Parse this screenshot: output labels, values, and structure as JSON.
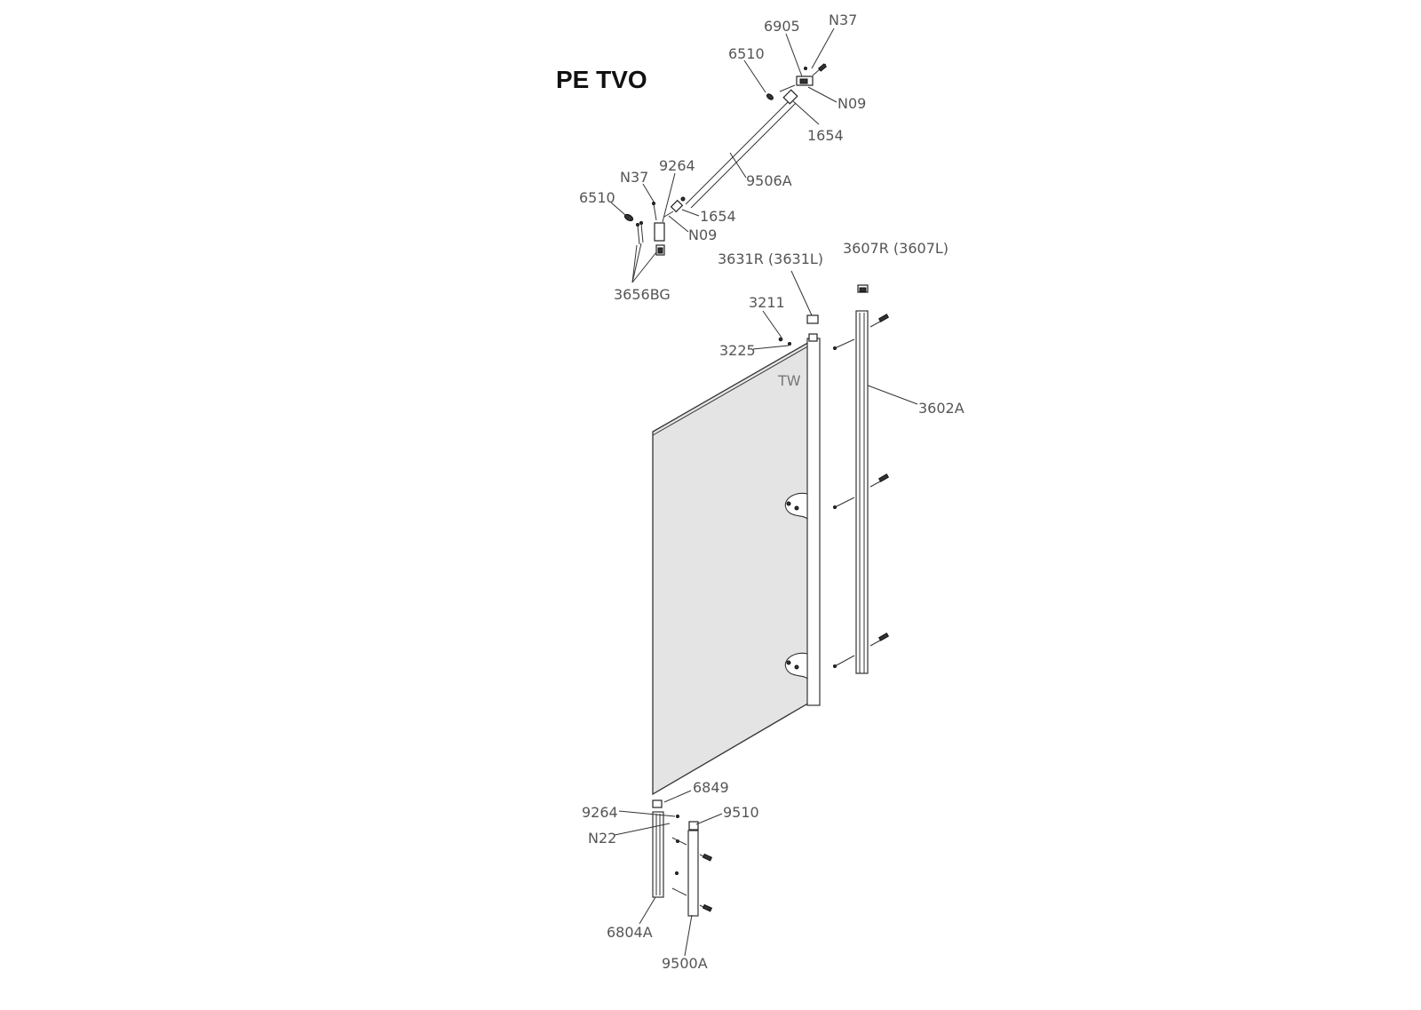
{
  "title": "PE TVO",
  "labels": {
    "p6905": "6905",
    "n37_top": "N37",
    "p6510_top": "6510",
    "n09_top": "N09",
    "p1654_top": "1654",
    "p9506a": "9506A",
    "p9264_top": "9264",
    "n37_left": "N37",
    "p6510_left": "6510",
    "p1654_mid": "1654",
    "n09_mid": "N09",
    "p3656bg": "3656BG",
    "p3631r": "3631R (3631L)",
    "p3607r": "3607R (3607L)",
    "p3211": "3211",
    "p3225": "3225",
    "tw": "TW",
    "p3602a": "3602A",
    "p6849": "6849",
    "p9264_bot": "9264",
    "p9510": "9510",
    "n22": "N22",
    "p6804a": "6804A",
    "p9500a": "9500A"
  }
}
